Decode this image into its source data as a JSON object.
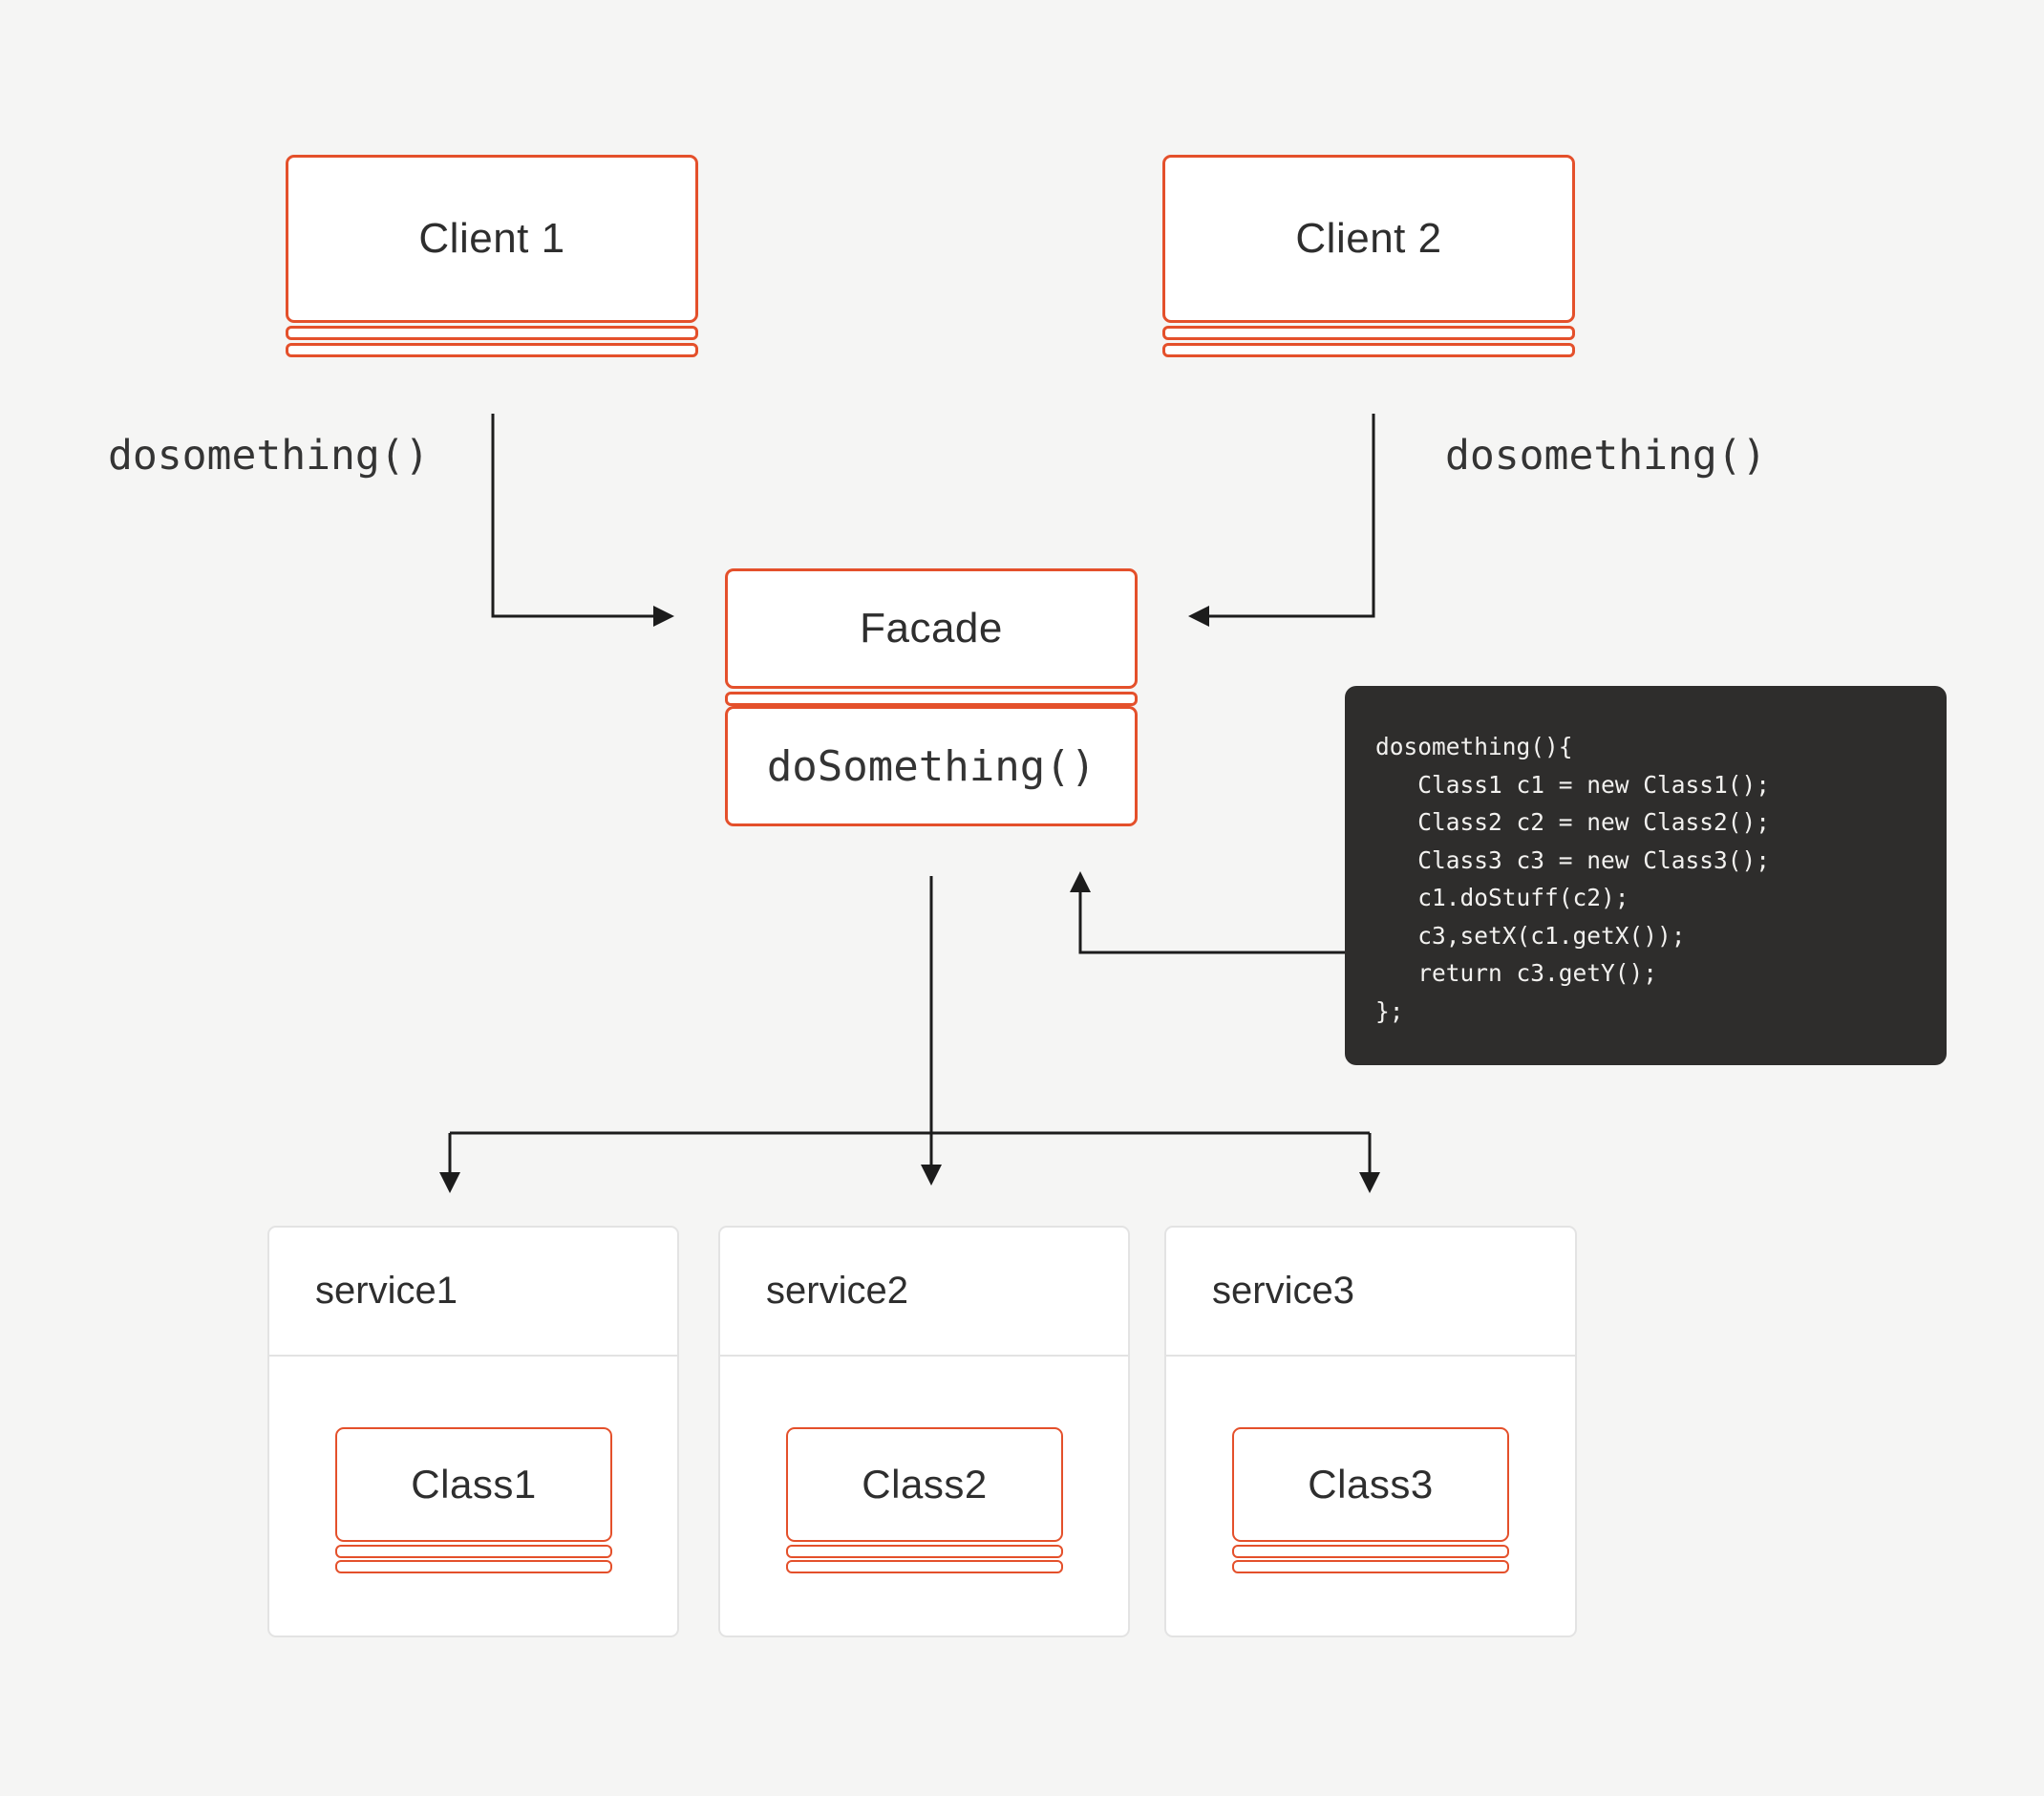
{
  "colors": {
    "background": "#f5f5f4",
    "accent_orange": "#e4502b",
    "arrow_line": "#1c1c1c",
    "service_border": "#e3e3e3",
    "code_background": "#2e2d2c",
    "code_text": "#f2f1ef",
    "heading_text": "#2e2e2e"
  },
  "nodes": {
    "client1": {
      "label": "Client 1"
    },
    "client2": {
      "label": "Client 2"
    },
    "facade": {
      "title": "Facade",
      "method": "doSomething()"
    },
    "services": [
      {
        "name": "service1",
        "class_name": "Class1"
      },
      {
        "name": "service2",
        "class_name": "Class2"
      },
      {
        "name": "service3",
        "class_name": "Class3"
      }
    ]
  },
  "labels": {
    "client1_call": "dosomething()",
    "client2_call": "dosomething()"
  },
  "code": {
    "lines": [
      "dosomething(){",
      "   Class1 c1 = new Class1();",
      "   Class2 c2 = new Class2();",
      "   Class3 c3 = new Class3();",
      "   c1.doStuff(c2);",
      "   c3,setX(c1.getX());",
      "   return c3.getY();",
      "};"
    ]
  }
}
